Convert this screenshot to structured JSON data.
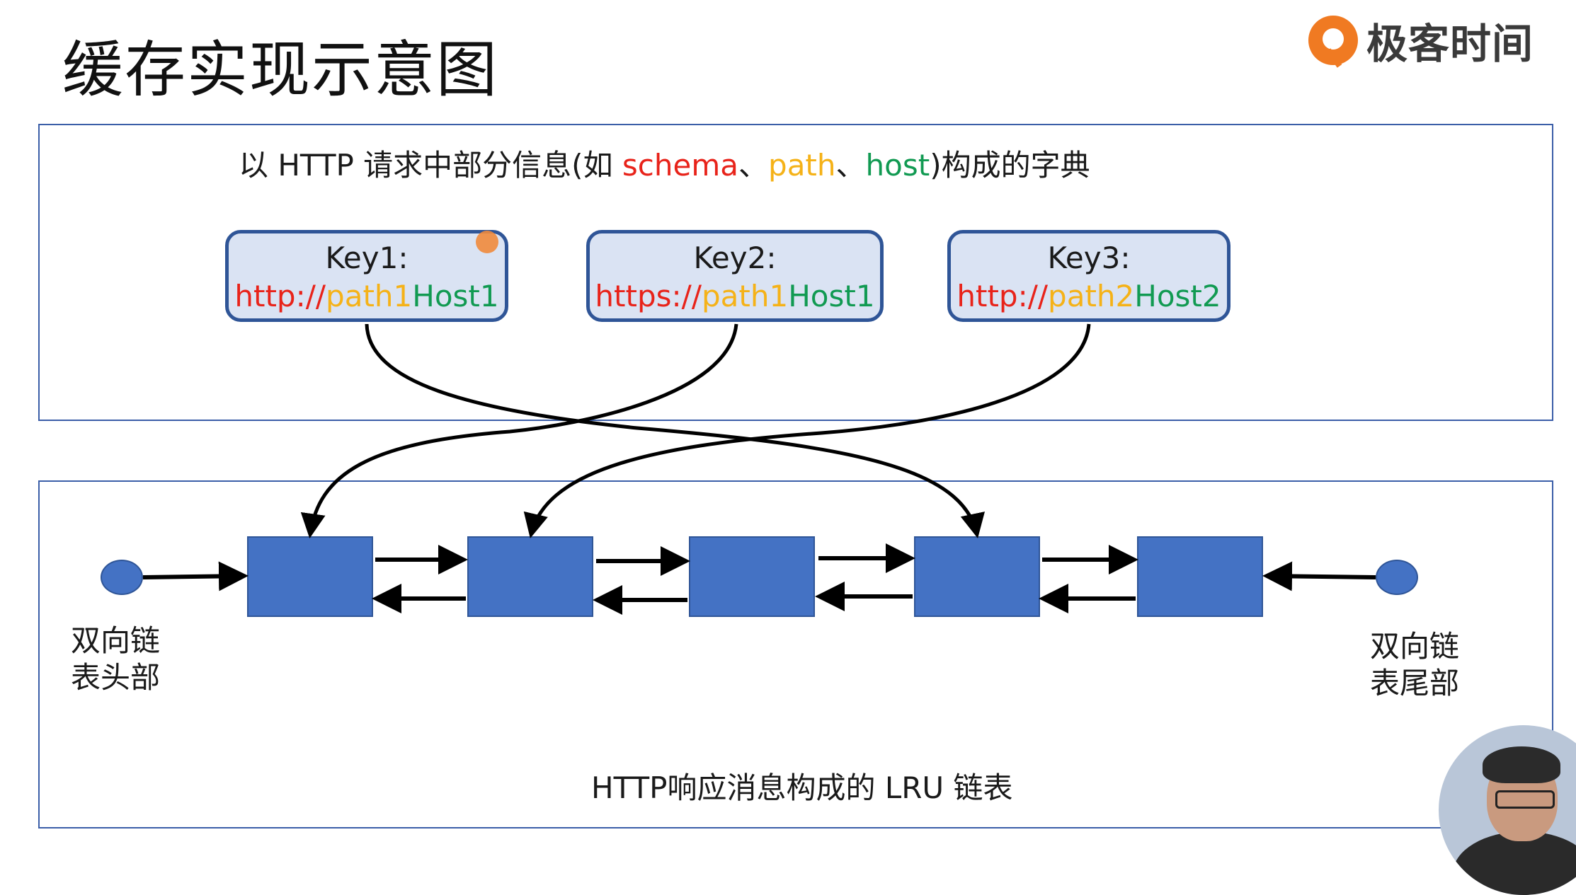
{
  "slide": {
    "title": "缓存实现示意图"
  },
  "logo": {
    "text": "极客时间"
  },
  "dictionary": {
    "caption_prefix": "以 HTTP 请求中部分信息(如 ",
    "schema": "schema",
    "sep1": "、",
    "path": "path",
    "sep2": "、",
    "host": "host",
    "caption_suffix": ")构成的字典",
    "keys": [
      {
        "title": "Key1:",
        "scheme": "http://",
        "path": "path1",
        "host": "Host1"
      },
      {
        "title": "Key2:",
        "scheme": "https://",
        "path": "path1",
        "host": "Host1"
      },
      {
        "title": "Key3:",
        "scheme": "http://",
        "path": "path2",
        "host": "Host2"
      }
    ]
  },
  "linked_list": {
    "head_label_line1": "双向链",
    "head_label_line2": "表头部",
    "tail_label_line1": "双向链",
    "tail_label_line2": "表尾部",
    "caption": "HTTP响应消息构成的 LRU 链表"
  },
  "colors": {
    "schema": "#e8231a",
    "path": "#f5b218",
    "host": "#119a52",
    "node_fill": "#4472c4",
    "key_fill": "#dae3f3",
    "border": "#2f5597"
  }
}
